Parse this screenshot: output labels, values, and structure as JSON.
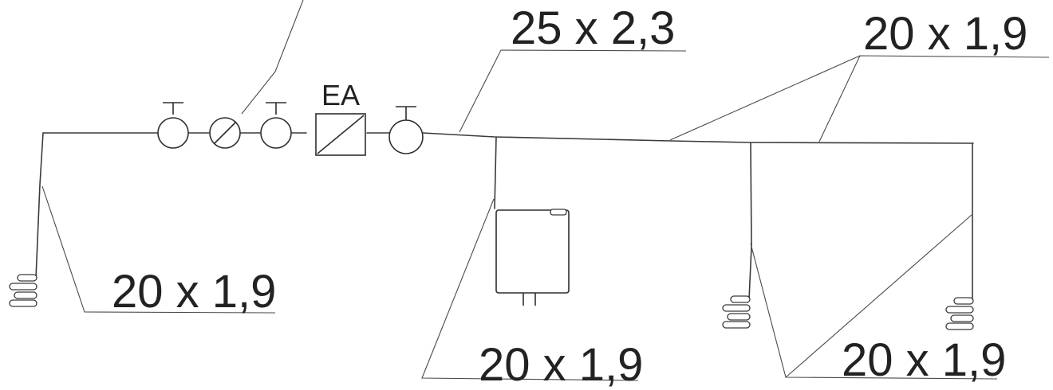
{
  "diagram": {
    "labels": {
      "main_pipe": "25 x 2,3",
      "branch_top_right": "20 x 1,9",
      "branch_left": "20 x 1,9",
      "branch_middle": "20 x 1,9",
      "branch_right": "20 x 1,9",
      "unit_tag": "EA"
    },
    "icons": {
      "valve": "shutoff-valve-icon",
      "meter": "water-meter-icon",
      "unit": "ea-unit-icon",
      "tap": "shower-tap-icon",
      "heater": "water-heater-icon"
    }
  }
}
